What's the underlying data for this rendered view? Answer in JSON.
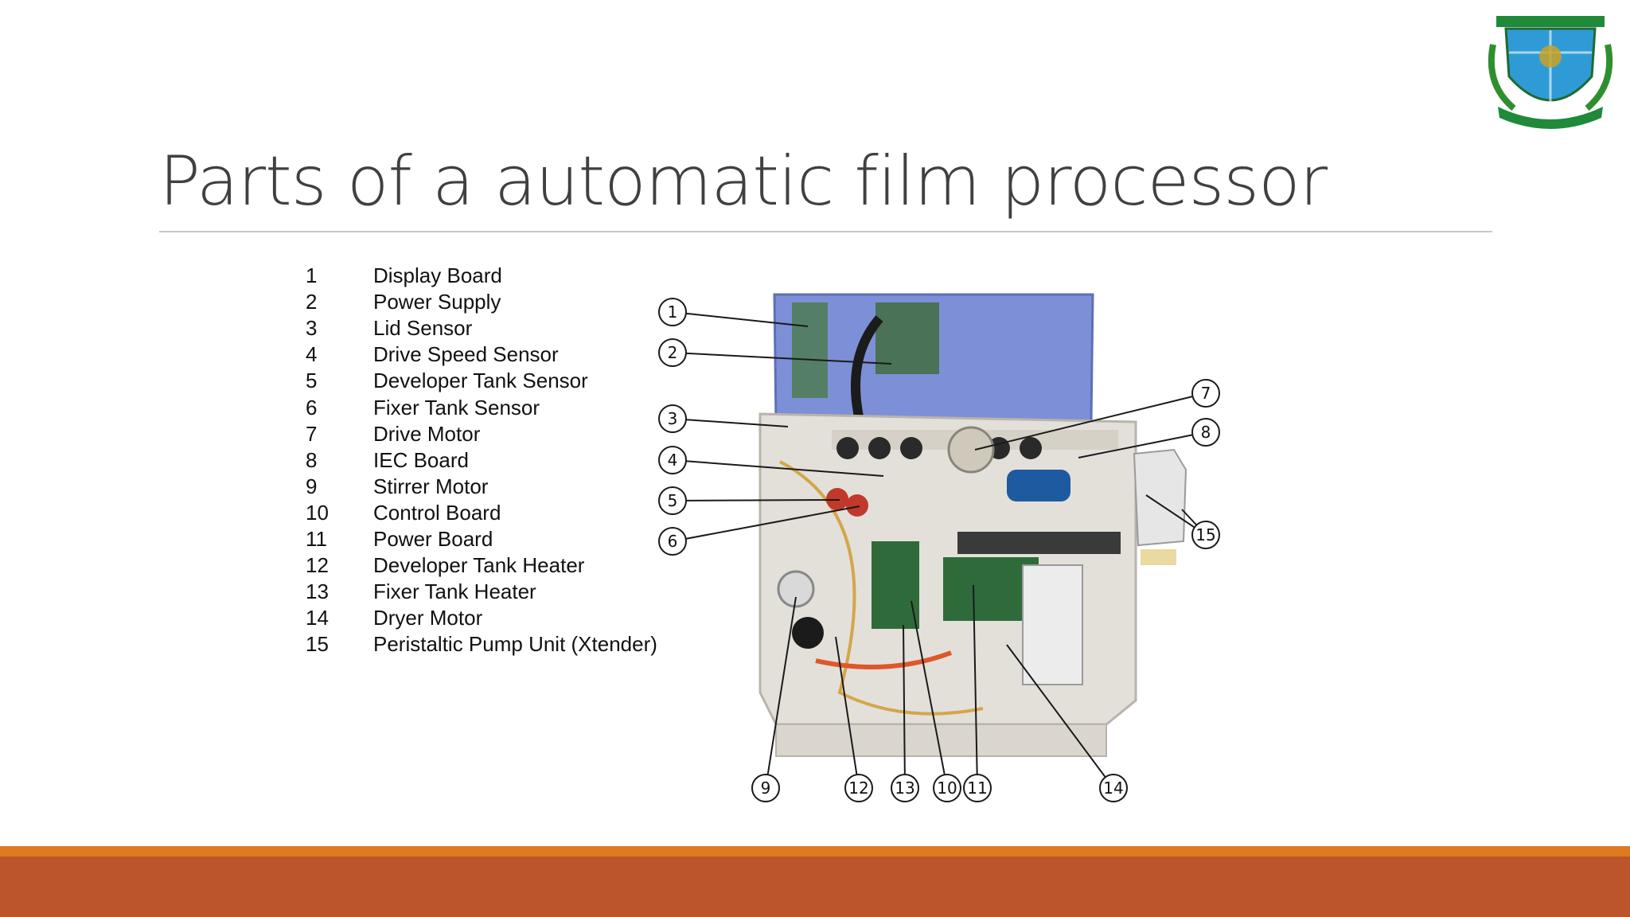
{
  "slide": {
    "title": "Parts of a automatic film processor"
  },
  "legend": [
    {
      "num": "1",
      "label": "Display Board"
    },
    {
      "num": "2",
      "label": "Power Supply"
    },
    {
      "num": "3",
      "label": "Lid Sensor"
    },
    {
      "num": "4",
      "label": "Drive Speed Sensor"
    },
    {
      "num": "5",
      "label": "Developer Tank Sensor"
    },
    {
      "num": "6",
      "label": "Fixer Tank Sensor"
    },
    {
      "num": "7",
      "label": "Drive Motor"
    },
    {
      "num": "8",
      "label": "IEC Board"
    },
    {
      "num": "9",
      "label": "Stirrer Motor"
    },
    {
      "num": "10",
      "label": "Control Board"
    },
    {
      "num": "11",
      "label": "Power Board"
    },
    {
      "num": "12",
      "label": "Developer Tank Heater"
    },
    {
      "num": "13",
      "label": "Fixer Tank Heater"
    },
    {
      "num": "14",
      "label": "Dryer Motor"
    },
    {
      "num": "15",
      "label": "Peristaltic Pump Unit (Xtender)"
    }
  ],
  "callouts": [
    "1",
    "2",
    "3",
    "4",
    "5",
    "6",
    "7",
    "8",
    "9",
    "10",
    "11",
    "12",
    "13",
    "14",
    "15"
  ],
  "colors": {
    "title": "#404040",
    "rule": "#c9c9c9",
    "band_orange": "#e07a22",
    "band_rust": "#bc552b",
    "lid_blue": "#7d8fd6",
    "cabinet": "#e3e0da"
  },
  "logo": {
    "icon": "university-crest-icon"
  }
}
